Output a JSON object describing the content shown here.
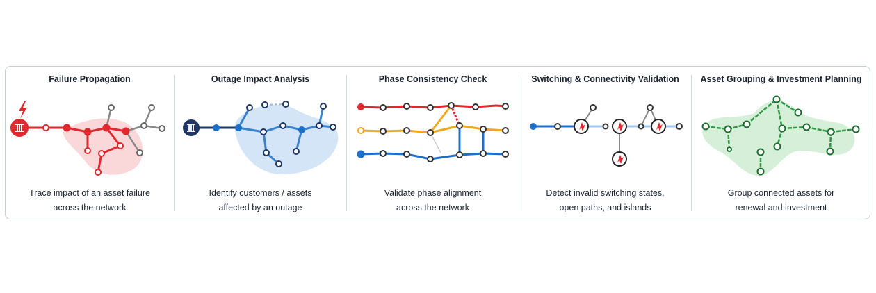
{
  "panels": [
    {
      "title": "Failure Propagation",
      "caption": [
        "Trace impact of an asset failure",
        "across the network"
      ],
      "accent": "#e0282e",
      "icon": "lightning-bolt-icon"
    },
    {
      "title": "Outage Impact Analysis",
      "caption": [
        "Identify customers / assets",
        "affected by an outage"
      ],
      "accent": "#1e6fc8",
      "icon": "substation-icon"
    },
    {
      "title": "Phase Consistency Check",
      "caption": [
        "Validate phase alignment",
        "across the network"
      ],
      "phase_colors": [
        "#e0282e",
        "#f0a81b",
        "#1e6fc8"
      ]
    },
    {
      "title": "Switching & Connectivity Validation",
      "caption": [
        "Detect invalid switching states,",
        "open paths, and islands"
      ],
      "accent": "#1e6fc8",
      "icon": "switch-warning-icon"
    },
    {
      "title": "Asset Grouping & Investment Planning",
      "caption": [
        "Group connected assets for",
        "renewal and investment"
      ],
      "accent": "#2e9a46"
    }
  ]
}
